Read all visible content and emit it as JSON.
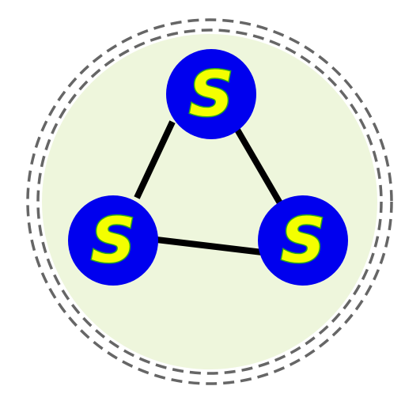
{
  "atoms": [
    {
      "id": "top",
      "label": "S"
    },
    {
      "id": "left",
      "label": "S"
    },
    {
      "id": "right",
      "label": "S"
    }
  ],
  "colors": {
    "background_disc": "#eef6dc",
    "dashed_ring": "#666666",
    "atom_fill": "#0000ee",
    "atom_label_fill": "#f4ff00",
    "atom_label_outline": "#2aa81e",
    "bond": "#000000"
  }
}
